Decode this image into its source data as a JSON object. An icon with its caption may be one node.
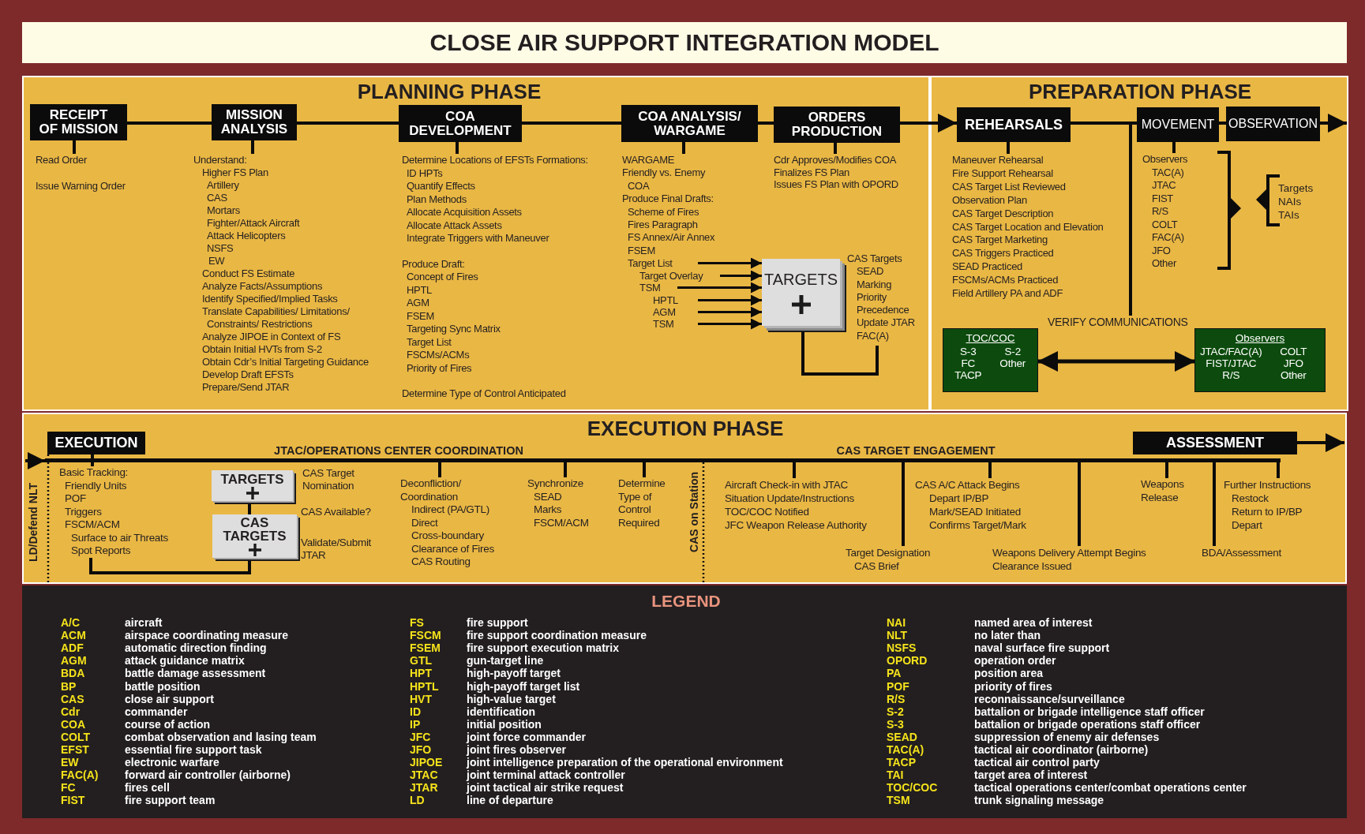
{
  "diagram": {
    "title": "CLOSE AIR SUPPORT INTEGRATION MODEL",
    "nodes": [
      {
        "text": [
          "PLANNING PHASE"
        ]
      },
      {
        "text": [
          "RECEIPT OF MISSION"
        ],
        "in": 0
      },
      {
        "text": [
          "MISSION ANALYSIS"
        ],
        "in": 0
      },
      {
        "text": [
          "COA DEVELOPMENT"
        ],
        "in": 0
      },
      {
        "text": [
          "COA ANALYSIS/ WARGAME"
        ],
        "in": 0
      },
      {
        "text": [
          "ORDERS PRODUCTION"
        ],
        "in": 0
      },
      {
        "text": [
          "Read Order",
          "Issue Warning Order"
        ],
        "in": 0
      },
      {
        "text": [
          "Understand:",
          "Higher FS Plan",
          "Artillery",
          "CAS",
          "Mortars",
          "Fighter/Attack Aircraft",
          "Attack Helicopters",
          "NSFS",
          "EW",
          "Conduct FS Estimate",
          "Analyze Facts/Assumptions",
          "Identify Specified/Implied Tasks",
          "Translate Capabilities/ Limitations/ Constraints/ Restrictions",
          "Analyze JIPOE in Context of FS",
          "Obtain Initial HVTs from S-2",
          "Obtain Cdr’s Initial Targeting Guidance",
          "Develop Draft EFSTs",
          "Prepare/Send JTAR"
        ],
        "in": 0
      },
      {
        "text": [
          "Determine Locations of EFSTs Formations:",
          "ID HPTs",
          "Quantify Effects",
          "Plan Methods",
          "Allocate Acquisition Assets",
          "Allocate Attack Assets",
          "Integrate Triggers with Maneuver",
          "Produce Draft:",
          "Concept of Fires",
          "HPTL",
          "AGM",
          "FSEM",
          "Targeting Sync Matrix",
          "Target List",
          "FSCMs/ACMs",
          "Priority of Fires",
          "Determine Type of Control Anticipated"
        ],
        "in": 0
      },
      {
        "text": [
          "WARGAME",
          "Friendly vs. Enemy COA",
          "Produce Final Drafts:",
          "Scheme of Fires",
          "Fires Paragraph",
          "FS Annex/Air Annex",
          "FSEM"
        ],
        "in": 0
      },
      {
        "text": [
          "Target List"
        ],
        "in": 0
      },
      {
        "text": [
          "Target Overlay"
        ],
        "in": 0
      },
      {
        "text": [
          "TSM"
        ],
        "in": 0
      },
      {
        "text": [
          "HPTL"
        ],
        "in": 0
      },
      {
        "text": [
          "AGM"
        ],
        "in": 0
      },
      {
        "text": [
          "TSM"
        ],
        "in": 0
      },
      {
        "text": [
          "TARGETS"
        ],
        "in": 0
      },
      {
        "text": [
          "CAS Targets",
          "SEAD",
          "Marking",
          "Priority",
          "Precedence",
          "Update JTAR",
          "FAC(A)"
        ],
        "in": 0
      },
      {
        "text": [
          "Cdr Approves/Modifies COA",
          "Finalizes FS Plan",
          "Issues FS Plan with OPORD"
        ],
        "in": 0
      },
      {
        "text": [
          "PREPARATION PHASE"
        ]
      },
      {
        "text": [
          "REHEARSALS"
        ],
        "in": 19
      },
      {
        "text": [
          "MOVEMENT"
        ],
        "in": 19
      },
      {
        "text": [
          "OBSERVATION"
        ],
        "in": 19
      },
      {
        "text": [
          "Maneuver Rehearsal",
          "Fire Support Rehearsal",
          "CAS Target List Reviewed",
          "Observation Plan",
          "CAS Target Description",
          "CAS Target Location and Elevation",
          "CAS Target Marketing",
          "CAS Triggers Practiced",
          "SEAD Practiced",
          "FSCMs/ACMs Practiced",
          "Field Artillery PA and ADF"
        ],
        "in": 19
      },
      {
        "text": [
          "Observers",
          "TAC(A)",
          "JTAC",
          "FIST",
          "R/S",
          "COLT",
          "FAC(A)",
          "JFO",
          "Other"
        ],
        "in": 19
      },
      {
        "text": [
          "VERIFY COMMUNICATIONS"
        ],
        "in": 19
      },
      {
        "text": [
          "TOC/COC",
          "S-3",
          "S-2",
          "FC",
          "Other",
          "TACP"
        ],
        "in": 19
      },
      {
        "text": [
          "Observers",
          "JTAC/FAC(A)",
          "COLT",
          "FIST/JTAC",
          "JFO",
          "R/S",
          "Other"
        ],
        "in": 19
      },
      {
        "text": [
          "EXECUTION PHASE"
        ]
      },
      {
        "text": [
          "EXECUTION"
        ],
        "in": 28
      },
      {
        "text": [],
        "shape": "bar",
        "in": 28
      },
      {
        "text": [
          "Basic Tracking:",
          "Friendly Units",
          "POF",
          "Triggers",
          "FSCM/ACM",
          "Surface to air Threats",
          "Spot Reports"
        ],
        "in": 28
      },
      {
        "text": [
          "TARGETS"
        ],
        "in": 28,
        "beside": [
          "CAS Target Nomination"
        ]
      },
      {
        "text": [
          "CAS TARGETS"
        ],
        "in": 28,
        "beside": [
          "Validate/Submit JTAR"
        ]
      },
      {
        "text": [
          "Deconfliction/ Coordination",
          "Indirect (PA/GTL)",
          "Direct",
          "Cross-boundary",
          "Clearance of Fires",
          "CAS Routing"
        ],
        "in": 28
      },
      {
        "text": [
          "Synchronize",
          "SEAD",
          "Marks",
          "FSCM/ACM"
        ],
        "in": 28
      },
      {
        "text": [
          "Determine Type of Control Required"
        ],
        "in": 28
      },
      {
        "text": [
          "Aircraft Check-in with JTAC",
          "Situation Update/Instructions",
          "TOC/COC Notified",
          "JFC Weapon Release Authority"
        ],
        "in": 28
      },
      {
        "text": [
          "Target Designation",
          "CAS Brief"
        ],
        "in": 28
      },
      {
        "text": [
          "CAS A/C Attack Begins",
          "Depart IP/BP",
          "Mark/SEAD Initiated",
          "Confirms Target/Mark"
        ],
        "in": 28
      },
      {
        "text": [
          "Weapons Delivery Attempt Begins",
          "Clearance Issued"
        ],
        "in": 28
      },
      {
        "text": [
          "Weapons Release"
        ],
        "in": 28
      },
      {
        "text": [
          "BDA/Assessment"
        ],
        "in": 28
      },
      {
        "text": [
          "Further Instructions",
          "Restock",
          "Return to IP/BP",
          "Depart"
        ],
        "in": 28
      },
      {
        "text": [
          "ASSESSMENT"
        ],
        "in": 28
      }
    ],
    "edges": [
      {
        "from": 1,
        "to": 2,
        "arrow": "none"
      },
      {
        "from": 2,
        "to": 3,
        "arrow": "none"
      },
      {
        "from": 3,
        "to": 4,
        "arrow": "none"
      },
      {
        "from": 4,
        "to": 5,
        "arrow": "none"
      },
      {
        "from": 5,
        "to": 20,
        "arrow": "to"
      },
      {
        "from": 20,
        "to": 21,
        "arrow": "none"
      },
      {
        "from": 21,
        "to": 22,
        "arrow": "none"
      },
      {
        "from": 22,
        "to": null,
        "arrow": "to"
      },
      {
        "from": 1,
        "to": 6,
        "arrow": "none"
      },
      {
        "from": 2,
        "to": 7,
        "arrow": "none"
      },
      {
        "from": 3,
        "to": 8,
        "arrow": "none"
      },
      {
        "from": 4,
        "to": 9,
        "arrow": "none"
      },
      {
        "from": 5,
        "to": 18,
        "arrow": "none"
      },
      {
        "from": 10,
        "to": 16,
        "arrow": "to"
      },
      {
        "from": 11,
        "to": 16,
        "arrow": "to"
      },
      {
        "from": 12,
        "to": 16,
        "arrow": "to"
      },
      {
        "from": 13,
        "to": 16,
        "arrow": "to"
      },
      {
        "from": 14,
        "to": 16,
        "arrow": "to"
      },
      {
        "from": 15,
        "to": 16,
        "arrow": "to"
      },
      {
        "from": 16,
        "to": 17,
        "arrow": "none"
      },
      {
        "from": 20,
        "to": 23,
        "arrow": "none"
      },
      {
        "from": 21,
        "to": 24,
        "arrow": "none"
      },
      {
        "from": 21,
        "to": 25,
        "arrow": "none"
      },
      {
        "from": 26,
        "to": 27,
        "arrow": "both"
      },
      {
        "from": null,
        "to": 30,
        "arrow": "to"
      },
      {
        "from": 29,
        "to": 31,
        "arrow": "none"
      },
      {
        "from": 32,
        "to": 33,
        "arrow": "none",
        "label": "CAS Available?"
      },
      {
        "from": 31,
        "to": 33,
        "arrow": "none"
      },
      {
        "from": 30,
        "to": 34,
        "arrow": "none"
      },
      {
        "from": 30,
        "to": 35,
        "arrow": "none"
      },
      {
        "from": 30,
        "to": 36,
        "arrow": "none"
      },
      {
        "from": 30,
        "to": 37,
        "arrow": "none"
      },
      {
        "from": 30,
        "to": 38,
        "arrow": "none"
      },
      {
        "from": 30,
        "to": 39,
        "arrow": "none"
      },
      {
        "from": 30,
        "to": 40,
        "arrow": "none"
      },
      {
        "from": 30,
        "to": 41,
        "arrow": "none"
      },
      {
        "from": 30,
        "to": 42,
        "arrow": "none"
      },
      {
        "from": 30,
        "to": 43,
        "arrow": "none"
      },
      {
        "from": 44,
        "to": null,
        "arrow": "to"
      }
    ],
    "labels": [
      "JTAC/OPERATIONS CENTER COORDINATION",
      "CAS TARGET ENGAGEMENT",
      "LD/Defend NLT",
      "CAS on Station",
      "Targets",
      "NAIs",
      "TAIs",
      "LEGEND",
      "A/C",
      "aircraft",
      "FS",
      "fire support",
      "NAI",
      "named area of interest",
      "ACM",
      "airspace coordinating measure",
      "FSCM",
      "fire support coordination measure",
      "NLT",
      "no later than",
      "ADF",
      "automatic direction finding",
      "FSEM",
      "fire support execution matrix",
      "NSFS",
      "naval surface fire support",
      "AGM",
      "attack guidance matrix",
      "GTL",
      "gun-target line",
      "OPORD",
      "operation order",
      "BDA",
      "battle damage assessment",
      "HPT",
      "high-payoff target",
      "PA",
      "position area",
      "BP",
      "battle position",
      "HPTL",
      "high-payoff target list",
      "POF",
      "priority of fires",
      "CAS",
      "close air support",
      "HVT",
      "high-value target",
      "R/S",
      "reconnaissance/surveillance",
      "Cdr",
      "commander",
      "ID",
      "identification",
      "S-2",
      "battalion or brigade intelligence staff officer",
      "COA",
      "course of action",
      "IP",
      "initial position",
      "S-3",
      "battalion or brigade operations staff officer",
      "COLT",
      "combat observation and lasing team",
      "JFC",
      "joint force commander",
      "SEAD",
      "suppression of enemy air defenses",
      "EFST",
      "essential fire support task",
      "JFO",
      "joint fires observer",
      "TAC(A)",
      "tactical air coordinator (airborne)",
      "EW",
      "electronic warfare",
      "JIPOE",
      "joint intelligence preparation of the operational environment",
      "TACP",
      "tactical air control party",
      "FAC(A)",
      "forward air controller (airborne)",
      "JTAC",
      "joint terminal attack controller",
      "TAI",
      "target area of interest",
      "FC",
      "fires cell",
      "JTAR",
      "joint tactical air strike request",
      "TOC/COC",
      "tactical operations center/combat operations center",
      "FIST",
      "fire support team",
      "LD",
      "line of departure",
      "TSM",
      "trunk signaling message"
    ]
  }
}
